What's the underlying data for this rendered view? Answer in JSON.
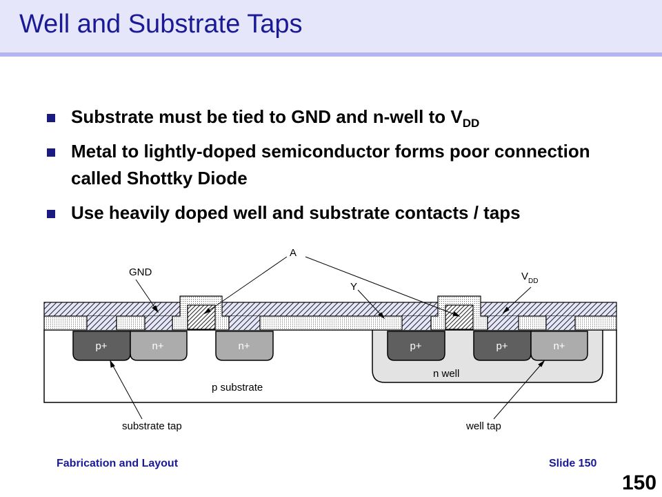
{
  "slide": {
    "title": "Well and Substrate Taps",
    "footer_left": "Fabrication and Layout",
    "footer_right": "Slide 150",
    "page_number": "150"
  },
  "bullets": [
    {
      "text": "Substrate must be tied to GND and n-well to V",
      "sub": "DD"
    },
    {
      "text": "Metal to lightly-doped semiconductor forms poor connection called Shottky Diode"
    },
    {
      "text": "Use heavily doped well and substrate contacts / taps"
    }
  ],
  "diagram": {
    "labels": {
      "gnd": "GND",
      "a": "A",
      "y": "Y",
      "vdd": "V",
      "vdd_sub": "DD",
      "p_substrate": "p substrate",
      "n_well": "n well",
      "substrate_tap": "substrate tap",
      "well_tap": "well tap"
    },
    "regions": [
      {
        "name": "diff-1",
        "label": "p+",
        "type": "p-plus"
      },
      {
        "name": "diff-2",
        "label": "n+",
        "type": "n-plus"
      },
      {
        "name": "diff-3",
        "label": "n+",
        "type": "n-plus"
      },
      {
        "name": "diff-4",
        "label": "p+",
        "type": "p-plus"
      },
      {
        "name": "diff-5",
        "label": "p+",
        "type": "p-plus"
      },
      {
        "name": "diff-6",
        "label": "n+",
        "type": "n-plus"
      }
    ],
    "colors": {
      "p_plus": "#5f5f5f",
      "n_plus": "#acacac",
      "n_well": "#e3e3e3",
      "metal": "#e6e6fa"
    }
  }
}
